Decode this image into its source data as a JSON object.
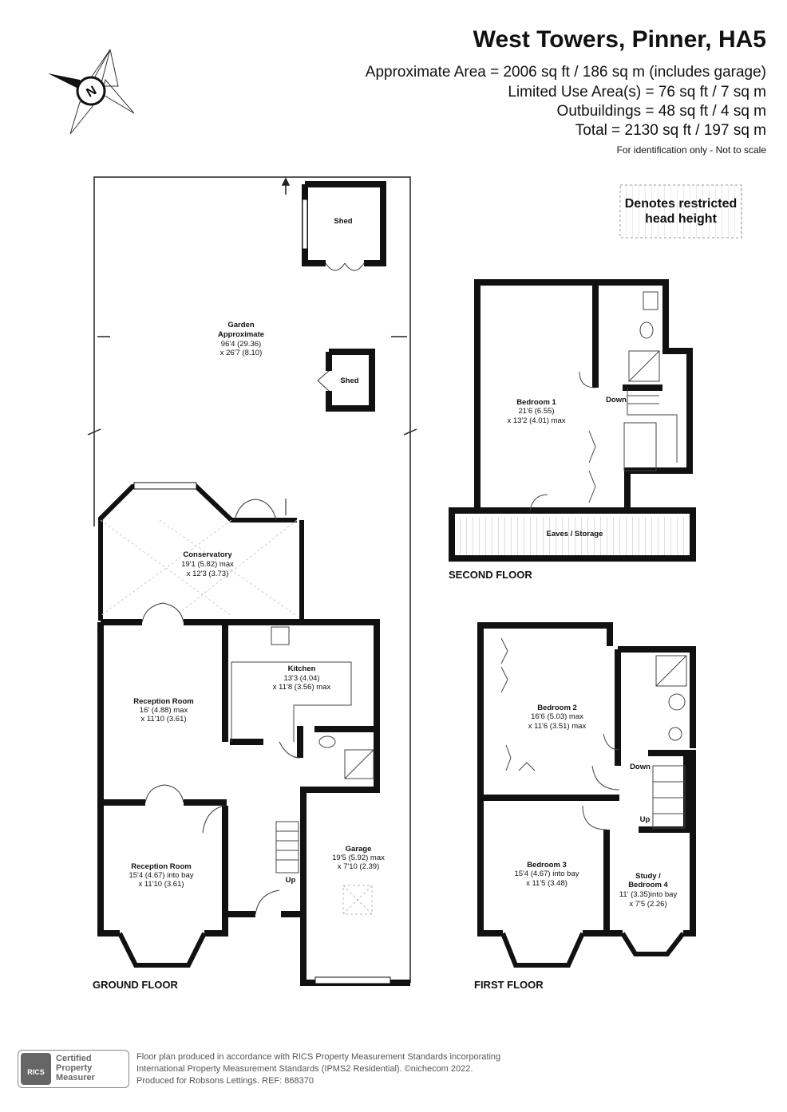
{
  "header": {
    "title": "West Towers, Pinner, HA5",
    "area_lines": [
      "Approximate Area = 2006 sq ft / 186 sq m (includes garage)",
      "Limited Use Area(s) = 76 sq ft / 7 sq m",
      "Outbuildings = 48 sq ft / 4 sq m",
      "Total = 2130 sq ft / 197 sq m"
    ],
    "scale_note": "For identification only - Not to scale"
  },
  "compass": {
    "letter": "N"
  },
  "legend": {
    "line1": "Denotes restricted",
    "line2": "head height"
  },
  "floors": {
    "ground": "GROUND FLOOR",
    "first": "FIRST FLOOR",
    "second": "SECOND FLOOR"
  },
  "rooms": {
    "shed_top": {
      "name": "Shed"
    },
    "shed_mid": {
      "name": "Shed"
    },
    "garden": {
      "name": "Garden",
      "line2": "Approximate",
      "dim1": "96'4 (29.36)",
      "dim2": "x 26'7 (8.10)"
    },
    "conservatory": {
      "name": "Conservatory",
      "dim1": "19'1 (5.82) max",
      "dim2": "x 12'3 (3.73)"
    },
    "kitchen": {
      "name": "Kitchen",
      "dim1": "13'3 (4.04)",
      "dim2": "x 11'8 (3.56) max"
    },
    "reception1": {
      "name": "Reception Room",
      "dim1": "16' (4.88) max",
      "dim2": "x 11'10 (3.61)"
    },
    "reception2": {
      "name": "Reception Room",
      "dim1": "15'4 (4.67) into bay",
      "dim2": "x 11'10 (3.61)"
    },
    "garage": {
      "name": "Garage",
      "dim1": "19'5 (5.92) max",
      "dim2": "x 7'10 (2.39)"
    },
    "bedroom1": {
      "name": "Bedroom 1",
      "dim1": "21'6 (6.55)",
      "dim2": "x 13'2 (4.01) max"
    },
    "eaves": {
      "name": "Eaves / Storage"
    },
    "bedroom2": {
      "name": "Bedroom 2",
      "dim1": "16'6 (5.03) max",
      "dim2": "x 11'6 (3.51) max"
    },
    "bedroom3": {
      "name": "Bedroom 3",
      "dim1": "15'4 (4.67) into bay",
      "dim2": "x 11'5 (3.48)"
    },
    "study": {
      "name": "Study /",
      "line2": "Bedroom 4",
      "dim1": "11' (3.35)into bay",
      "dim2": "x 7'5 (2.26)"
    }
  },
  "stairs": {
    "ground_up": "Up",
    "first_down": "Down",
    "first_up": "Up",
    "second_down": "Down"
  },
  "footer": {
    "logo_mark": "RICS",
    "logo_text": [
      "Certified",
      "Property",
      "Measurer"
    ],
    "lines": [
      "Floor plan produced in accordance with RICS Property Measurement Standards incorporating",
      "International Property Measurement Standards (IPMS2 Residential).  ©nichecom 2022.",
      "Produced for Robsons Lettings.   REF: 868370"
    ]
  }
}
